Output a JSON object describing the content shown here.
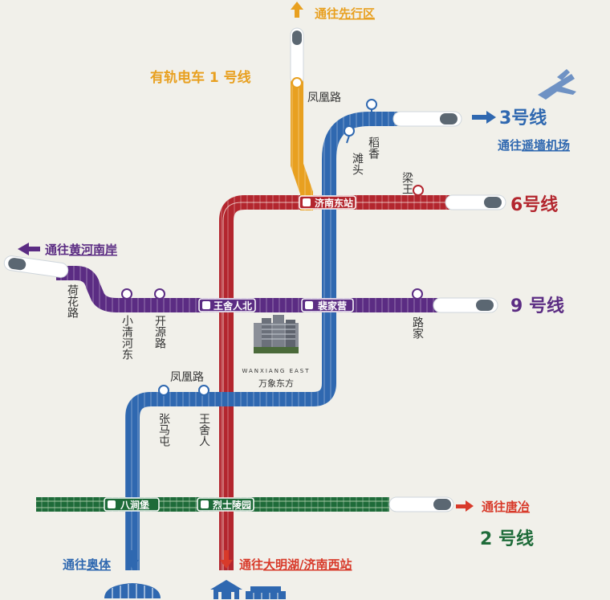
{
  "colors": {
    "line2": "#1e6b39",
    "line3": "#2f68b0",
    "line6": "#b3262e",
    "line9": "#5b2c83",
    "tram1": "#e8a020",
    "arrowOrange": "#e8a020",
    "arrowBlue": "#2f68b0",
    "arrowRed": "#d83a2a",
    "arrowPurple": "#5b2c83"
  },
  "lines": {
    "tram1": "有轨电车 1 号线",
    "line3": "3号线",
    "line6": "6号线",
    "line9": "9 号线",
    "line2": "2 号线"
  },
  "destinations": {
    "xianxing": {
      "prefix": "通往",
      "name": "先行区"
    },
    "yaoqiang": {
      "prefix": "通往",
      "name": "遥墙机场"
    },
    "huanghe": {
      "prefix": "通往",
      "name": "黄河南岸"
    },
    "tangye": {
      "prefix": "通往",
      "name": "唐冶"
    },
    "aoti": {
      "prefix": "通往",
      "name": "奥体"
    },
    "daminghu": {
      "prefix": "通往",
      "name": "大明湖/济南西站"
    }
  },
  "stations": {
    "fenghuang_top": "凤凰路",
    "daoxiang": "稻香",
    "tantou": "滩头",
    "liangwang": "梁王",
    "jinan_east": "济南东站",
    "hehua": "荷花路",
    "xiaoqinghe": "小清河东",
    "kaiyuan": "开源路",
    "wangshe_north": "王舍人北",
    "peijiaying": "裴家营",
    "lujia": "路家",
    "fenghuang_mid": "凤凰路",
    "zhangmatun": "张马屯",
    "wangsheren": "王舍人",
    "badongbao": "八涧堡",
    "lieshi": "烈士陵园"
  },
  "project": {
    "en": "WANXIANG EAST",
    "cn": "万象东方"
  }
}
